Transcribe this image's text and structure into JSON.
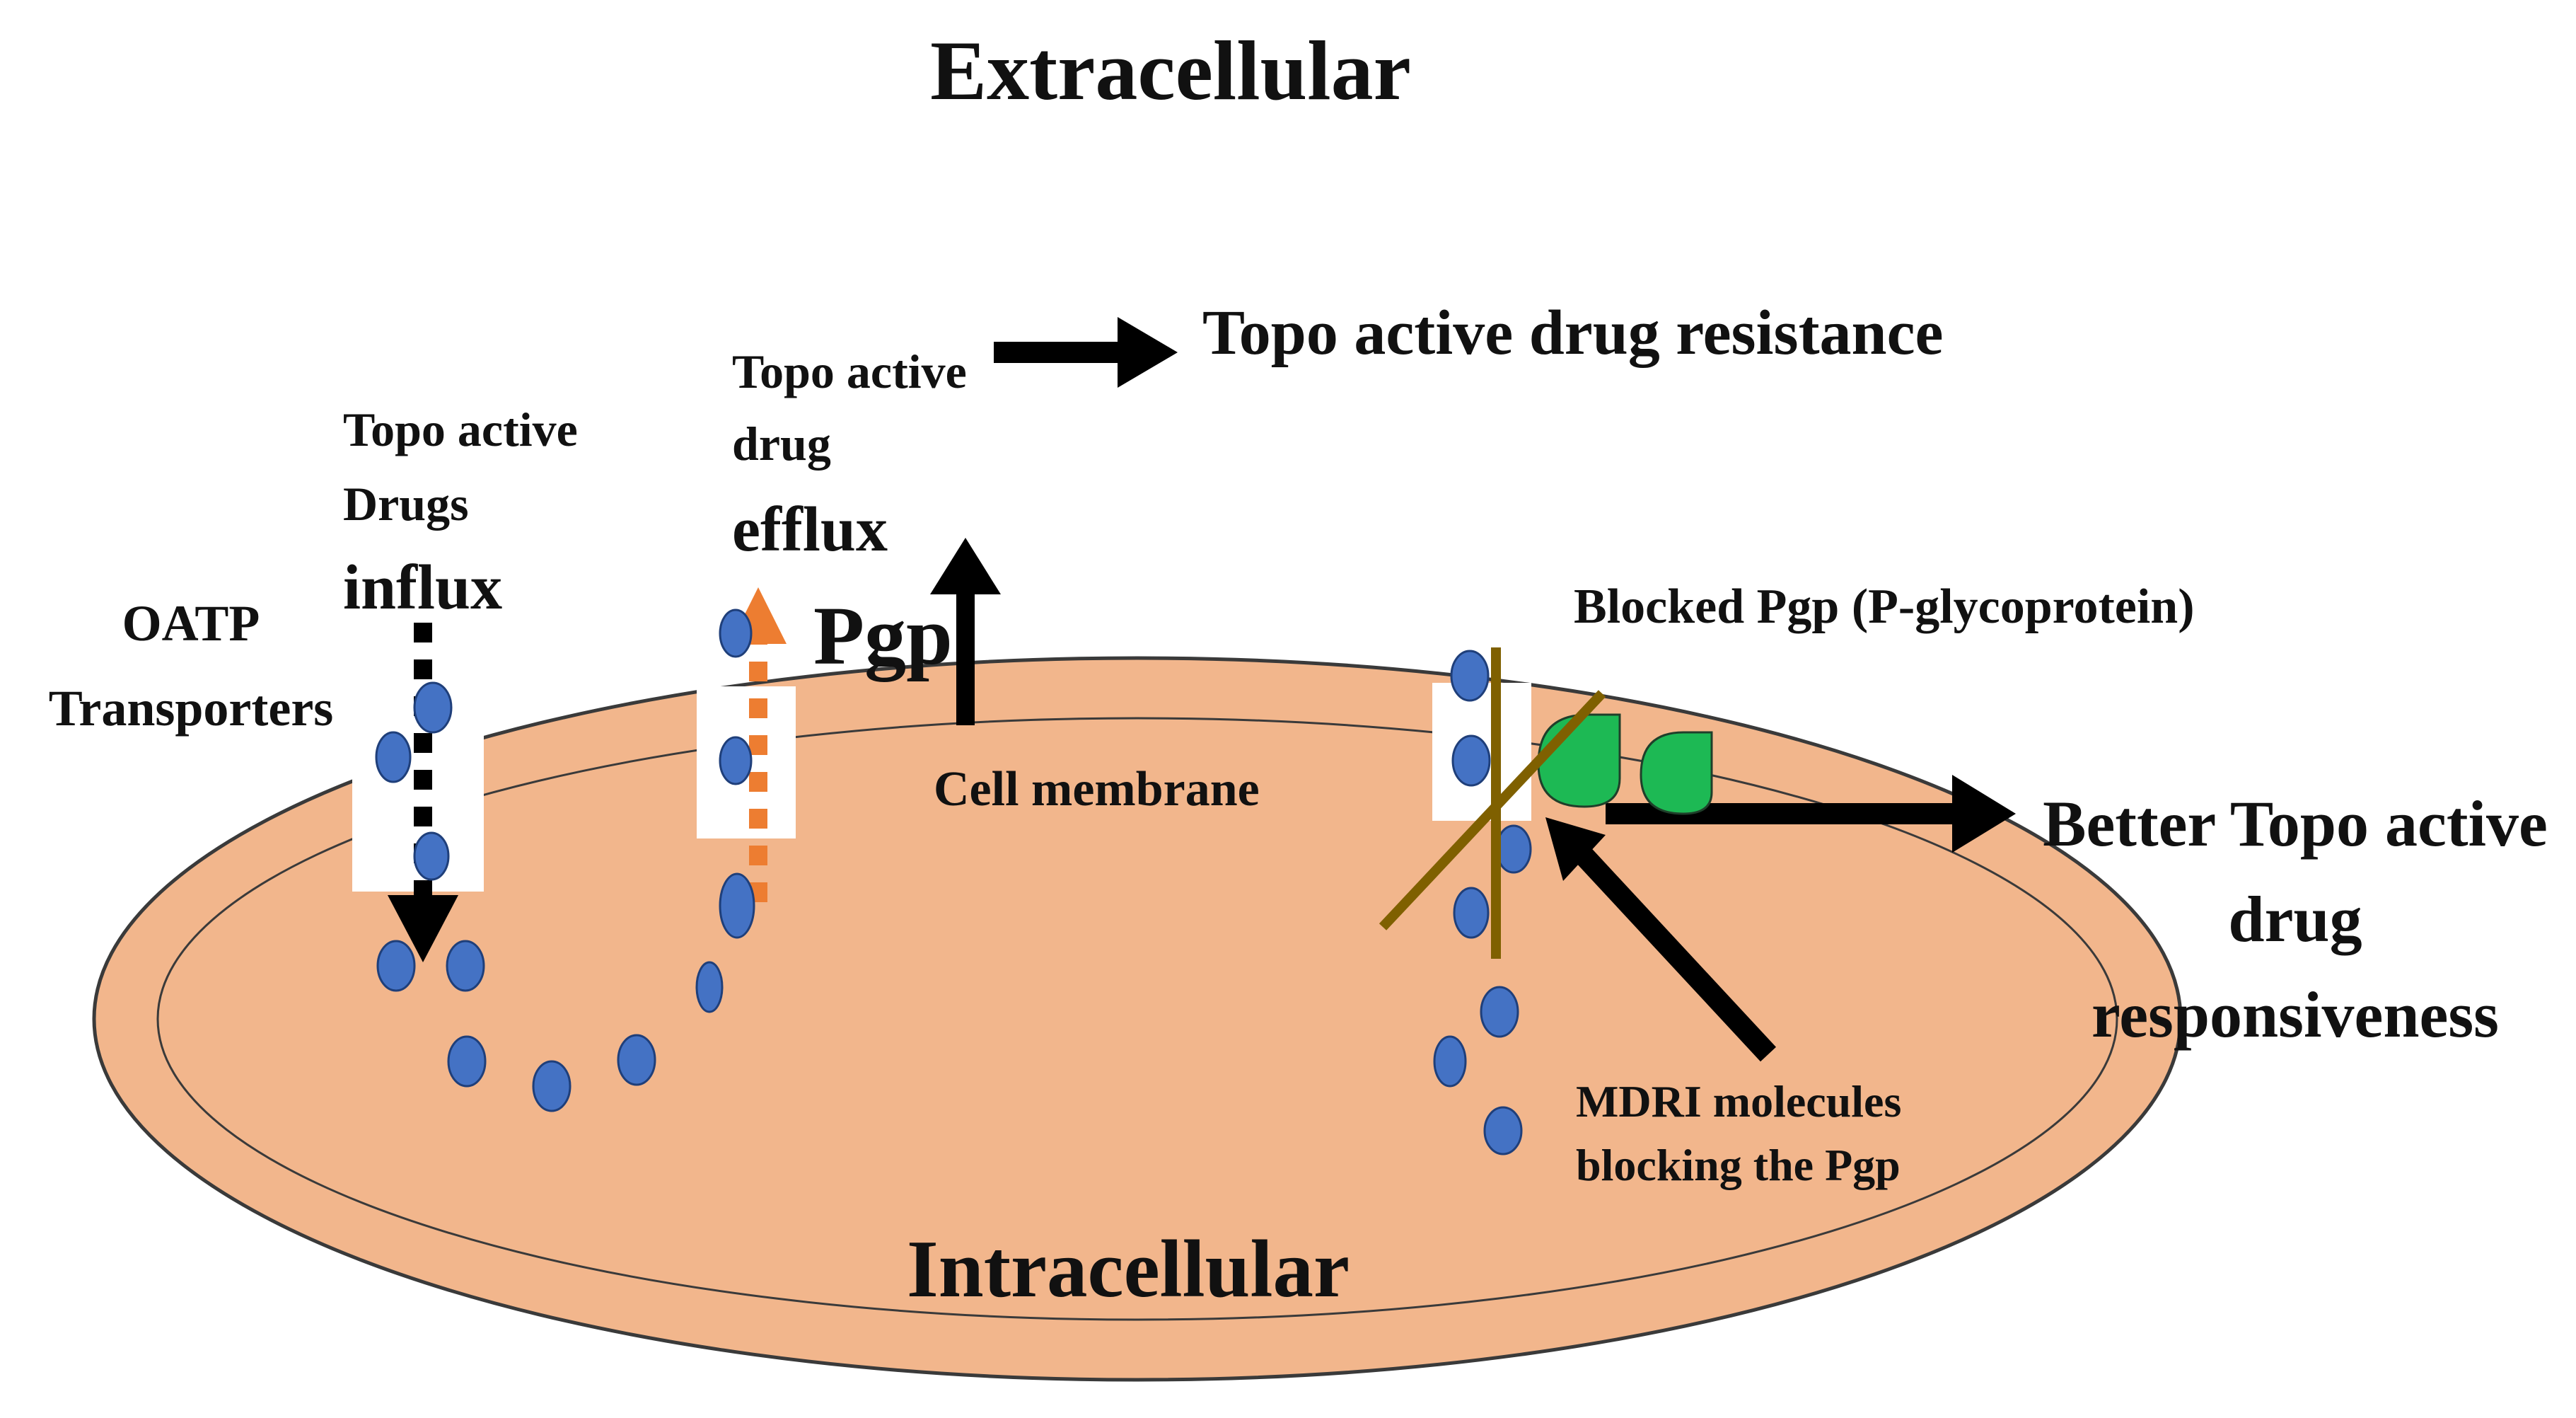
{
  "labels": {
    "extracellular": "Extracellular",
    "intracellular": "Intracellular",
    "oatp_line1": "OATP",
    "oatp_line2": "Transporters",
    "influx_line1": "Topo active",
    "influx_line2": "Drugs",
    "influx_line3": "influx",
    "efflux_line1": "Topo active",
    "efflux_line2": "drug",
    "efflux_line3": "efflux",
    "pgp": "Pgp",
    "cell_membrane": "Cell membrane",
    "resistance": "Topo active drug  resistance",
    "blocked_pgp": "Blocked Pgp (P-glycoprotein)",
    "responsiveness_line1": "Better Topo active",
    "responsiveness_line2": "drug",
    "responsiveness_line3": "responsiveness",
    "mdri_line1": "MDRI molecules",
    "mdri_line2": "blocking the Pgp"
  },
  "colors": {
    "cell_fill": "#F2B68C",
    "cell_stroke": "#3A3A3A",
    "drug_molecule": "#4472C4",
    "drug_molecule_stroke": "#1F3F7A",
    "efflux_arrow": "#ED7D31",
    "pgp_block_shape": "#1DB954",
    "block_cross": "#7F6000",
    "arrow": "#000000",
    "channel": "#FFFFFF"
  },
  "icons": {
    "drug_molecule": "blue-ellipse",
    "pgp_protein": "green-teardrop",
    "block_cross": "x-cross"
  }
}
